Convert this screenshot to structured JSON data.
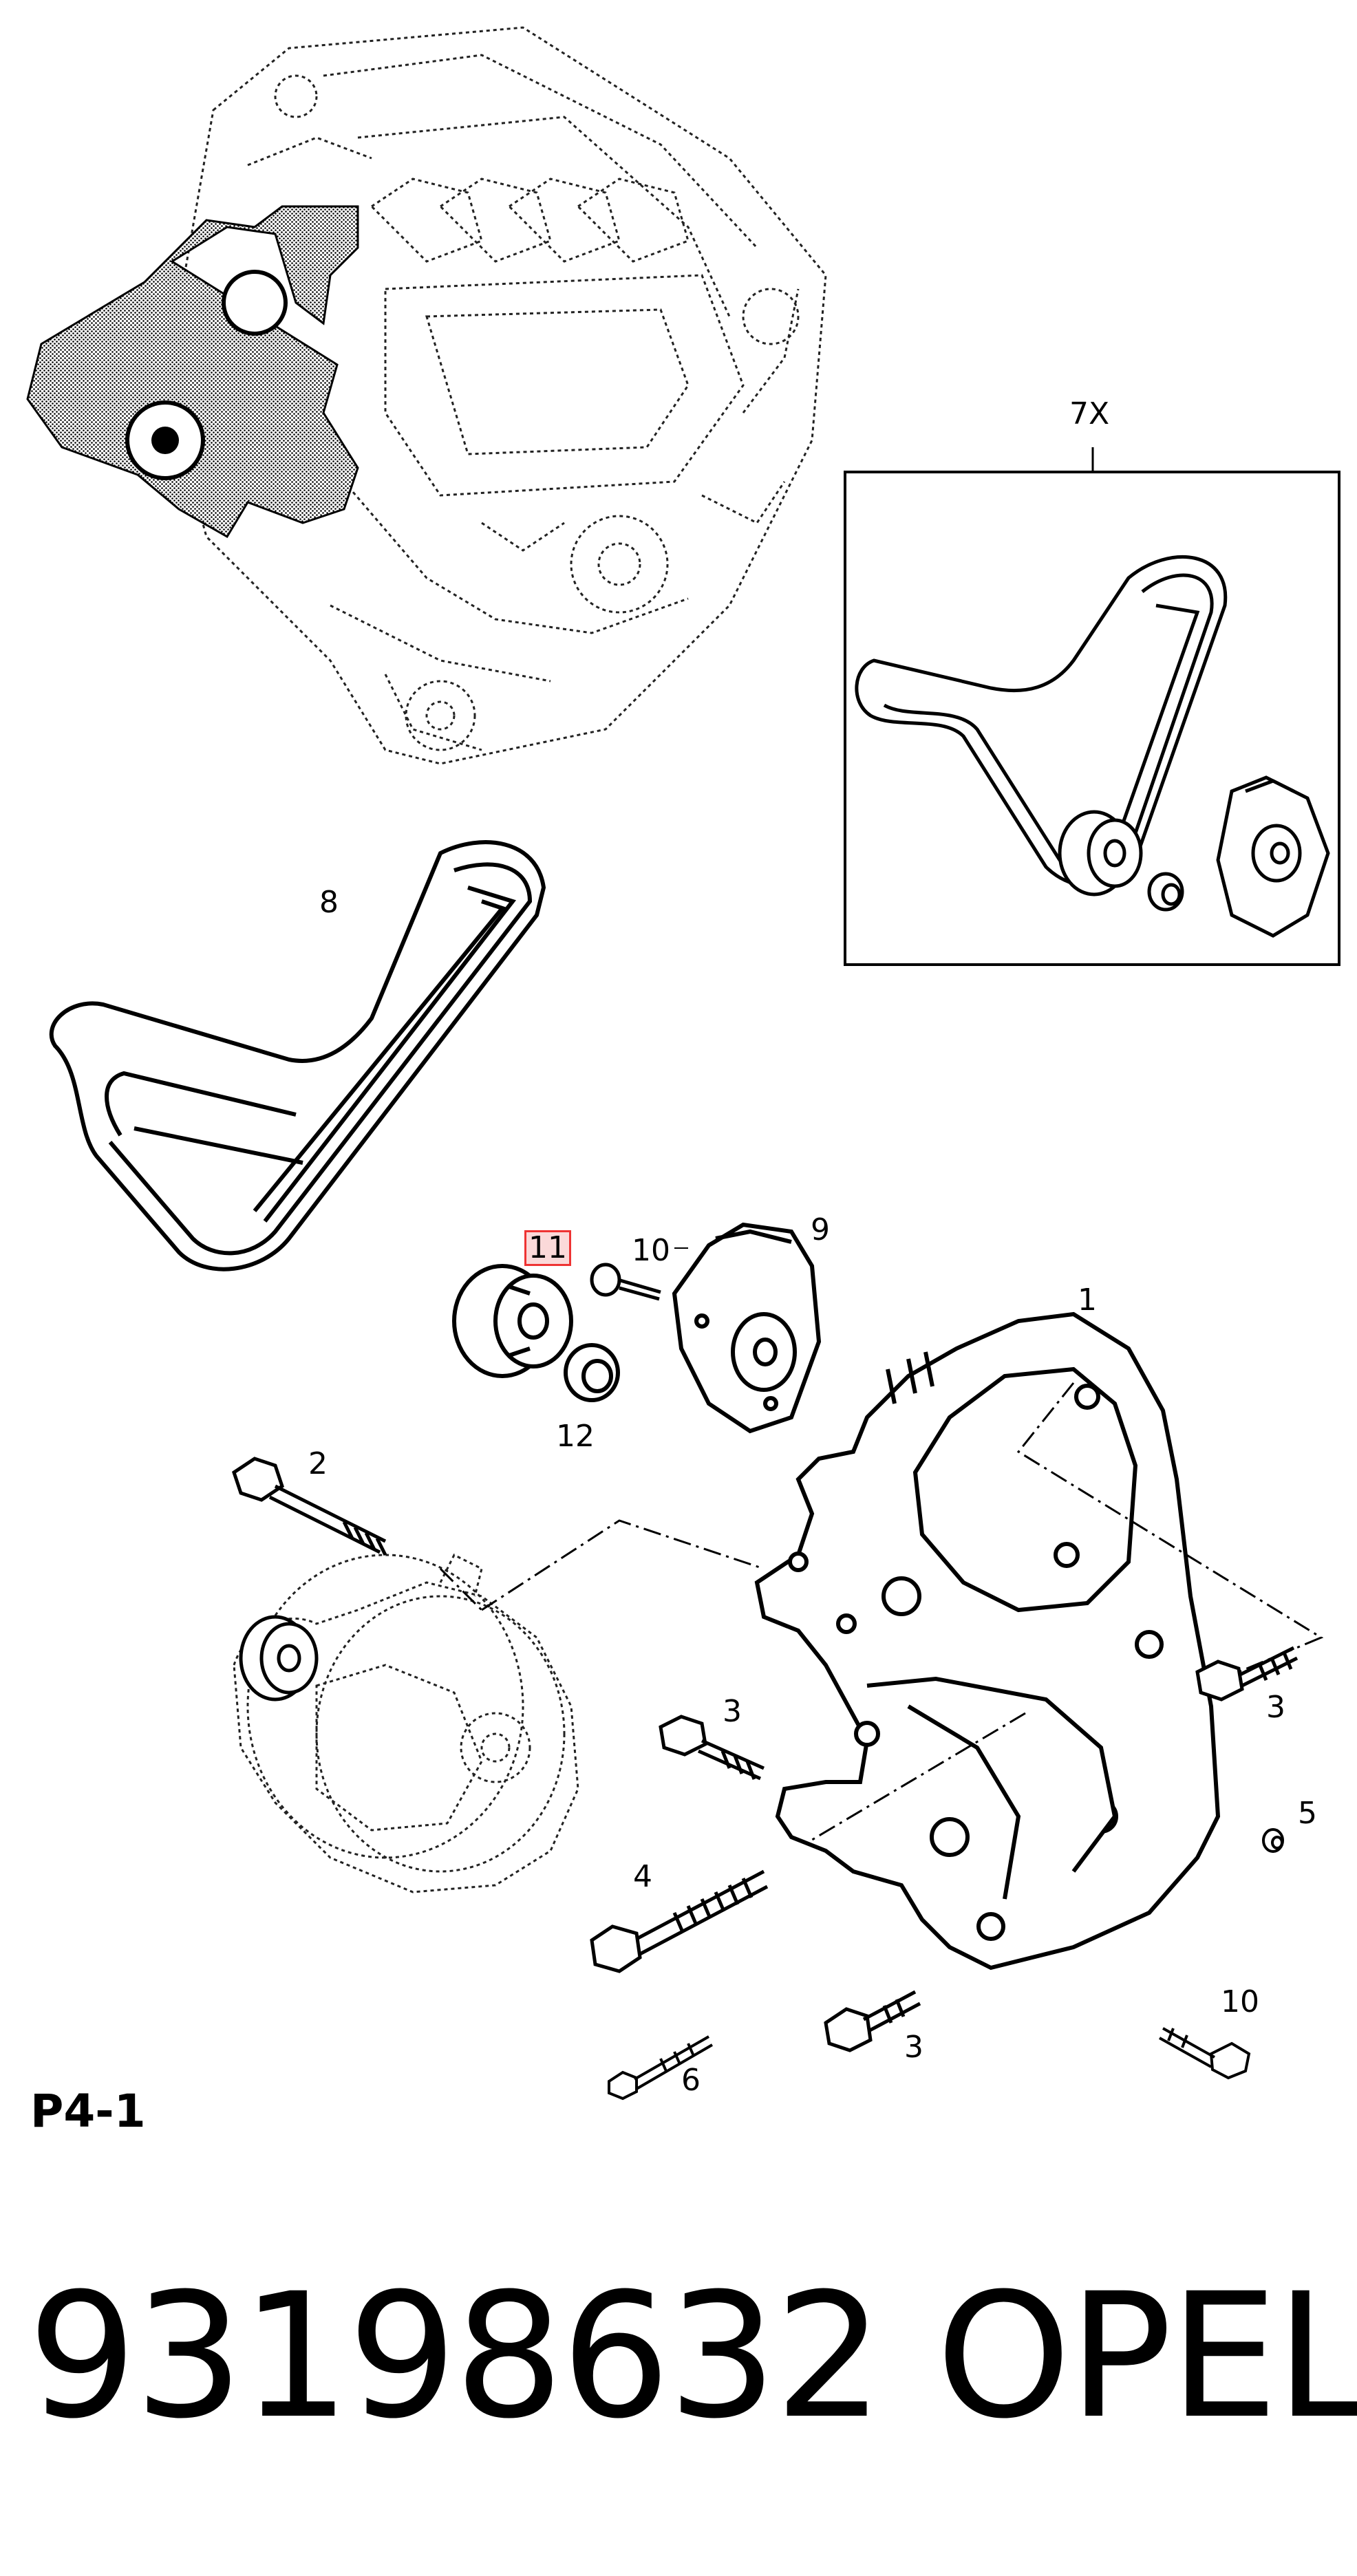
{
  "diagram": {
    "code": "P4-1",
    "part_number": "93198632",
    "brand": "OPEL",
    "highlight_color": "#e33333",
    "callouts": [
      {
        "id": "7x",
        "label": "7X"
      },
      {
        "id": "8",
        "label": "8"
      },
      {
        "id": "11",
        "label": "11",
        "highlighted": true
      },
      {
        "id": "10a",
        "label": "10"
      },
      {
        "id": "9",
        "label": "9"
      },
      {
        "id": "1",
        "label": "1"
      },
      {
        "id": "12",
        "label": "12"
      },
      {
        "id": "2",
        "label": "2"
      },
      {
        "id": "3a",
        "label": "3"
      },
      {
        "id": "3b",
        "label": "3"
      },
      {
        "id": "5",
        "label": "5"
      },
      {
        "id": "4",
        "label": "4"
      },
      {
        "id": "3c",
        "label": "3"
      },
      {
        "id": "10b",
        "label": "10"
      },
      {
        "id": "6",
        "label": "6"
      }
    ]
  }
}
